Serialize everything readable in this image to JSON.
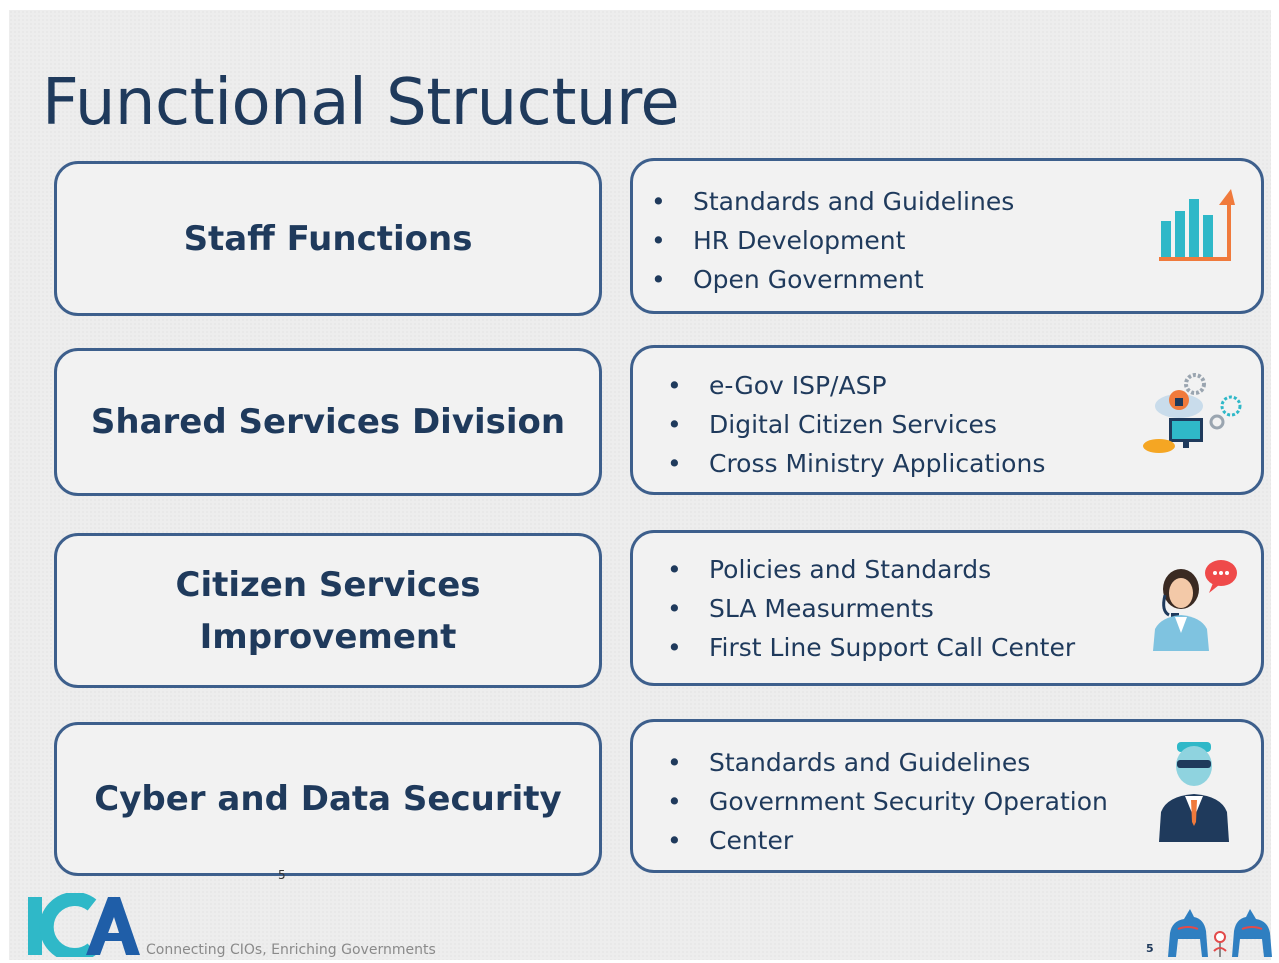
{
  "title": "Functional Structure",
  "rows": [
    {
      "label": "Staff Functions",
      "items": [
        "Standards and Guidelines",
        "HR Development",
        "Open Government"
      ],
      "icon": "bar-chart-growth-icon"
    },
    {
      "label": "Shared Services Division",
      "items": [
        "e-Gov ISP/ASP",
        "Digital Citizen Services",
        "Cross Ministry Applications"
      ],
      "icon": "cloud-settings-icon"
    },
    {
      "label_line1": "Citizen Services",
      "label_line2": "Improvement",
      "items": [
        "Policies and Standards",
        "SLA Measurments",
        "First Line Support Call Center"
      ],
      "icon": "call-center-agent-icon"
    },
    {
      "label": "Cyber and Data Security",
      "items": [
        "Standards and Guidelines",
        "Government Security Operation",
        "Center"
      ],
      "icon": "security-agent-icon"
    }
  ],
  "footer": {
    "tagline": "Connecting CIOs, Enriching Governments",
    "page_number": "5",
    "marker": "5",
    "logo_text": "ICA"
  },
  "colors": {
    "accent": "#1f3a5c",
    "border": "#3d5f8c",
    "teal": "#2fb8c8",
    "orange": "#f07a3c"
  }
}
